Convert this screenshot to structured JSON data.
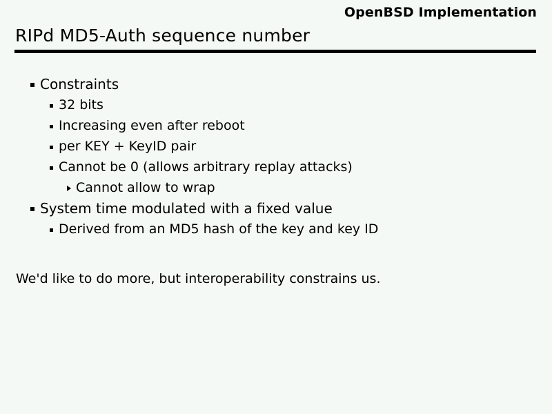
{
  "slide": {
    "header_label": "OpenBSD Implementation",
    "title": "RIPd MD5-Auth sequence number",
    "bullets": [
      {
        "level": 1,
        "text": "Constraints",
        "bullet_glyph": "filled-square"
      },
      {
        "level": 2,
        "text": "32 bits",
        "bullet_glyph": "small-filled-square"
      },
      {
        "level": 2,
        "text": "Increasing even after reboot",
        "bullet_glyph": "small-filled-square"
      },
      {
        "level": 2,
        "text": "per KEY + KeyID pair",
        "bullet_glyph": "small-filled-square"
      },
      {
        "level": 2,
        "text": "Cannot be 0 (allows arbitrary replay attacks)",
        "bullet_glyph": "small-filled-square"
      },
      {
        "level": 3,
        "text": "Cannot allow to wrap",
        "bullet_glyph": "right-triangle"
      },
      {
        "level": 1,
        "text": "System time modulated with a fixed value",
        "bullet_glyph": "filled-square"
      },
      {
        "level": 2,
        "text": "Derived from an MD5 hash of the key and key ID",
        "bullet_glyph": "small-filled-square"
      }
    ],
    "closing_text": "We'd like to do more, but interoperability constrains us.",
    "colors": {
      "background": "#f4f9f5",
      "text": "#000000",
      "rule": "#000000"
    }
  }
}
